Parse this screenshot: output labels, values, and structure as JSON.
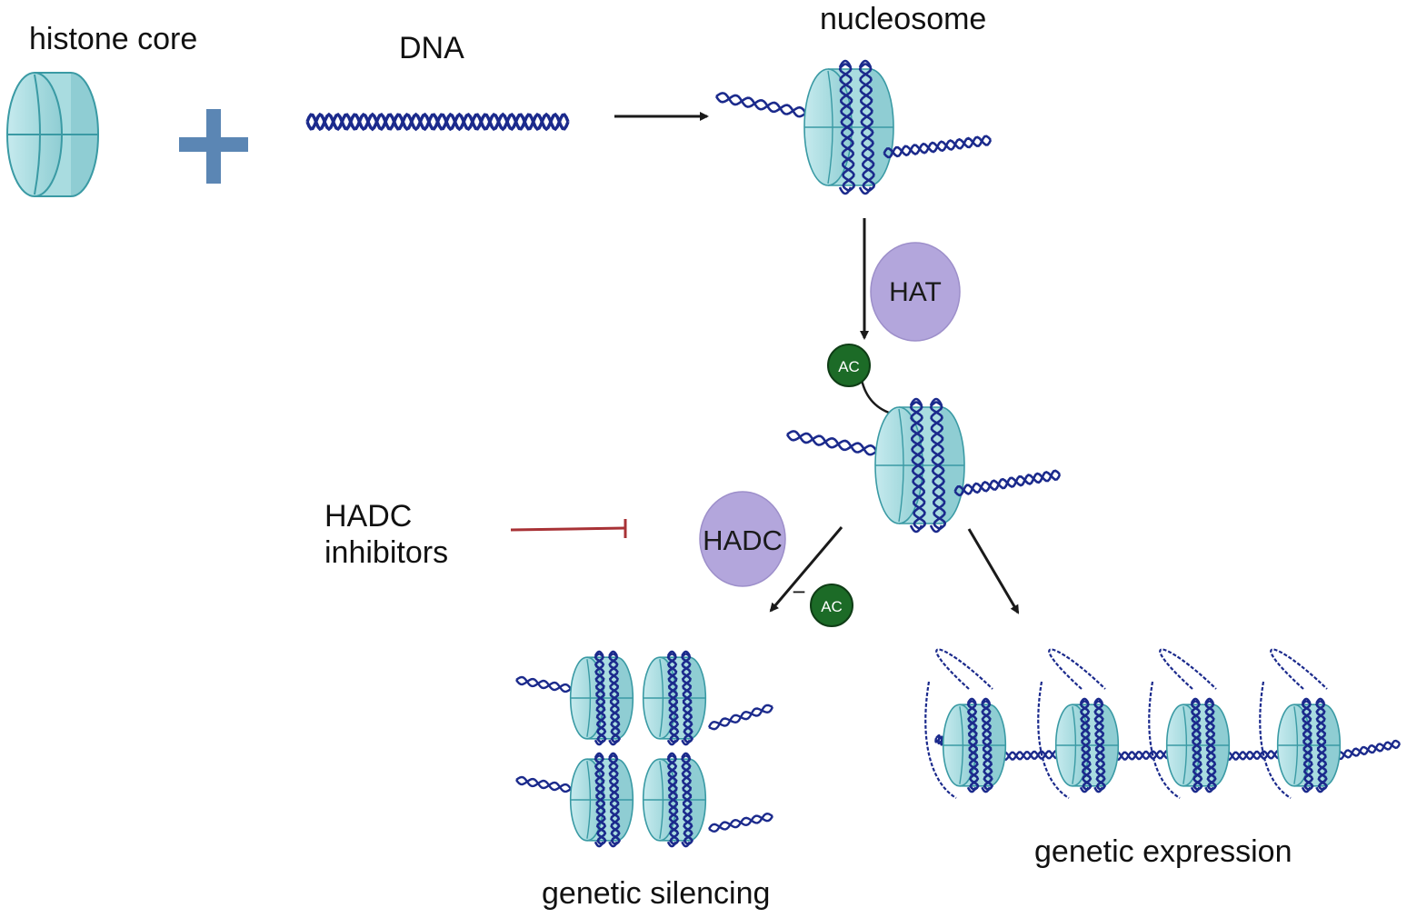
{
  "labels": {
    "histone_core": "histone core",
    "dna": "DNA",
    "nucleosome": "nucleosome",
    "hadc_inhibitors_line1": "HADC",
    "hadc_inhibitors_line2": "inhibitors",
    "genetic_silencing": "genetic silencing",
    "genetic_expression": "genetic expression"
  },
  "enzymes": {
    "hat": "HAT",
    "hadc": "HADC"
  },
  "acetyl_groups": {
    "attached": "AC",
    "removed": "AC",
    "removed_sign": "−"
  },
  "colors": {
    "histone_fill": "#a9dce0",
    "histone_stroke": "#3a9aa4",
    "dna": "#1b2a8c",
    "enzyme_fill": "#b3a6dc",
    "acetyl_fill": "#1c6b27",
    "plus_sign": "#5b86b4",
    "inhibit": "#a83236",
    "arrow": "#1a1a1a"
  }
}
